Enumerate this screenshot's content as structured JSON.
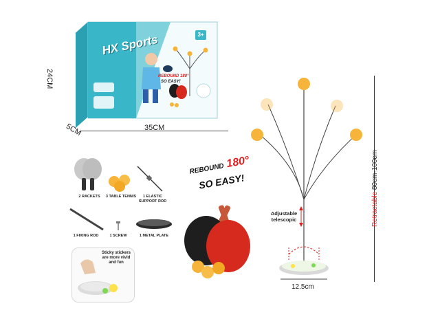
{
  "box": {
    "brand": "HX Sports",
    "age_badge": "3+",
    "rebound_small": "REBOUND 180°",
    "so_easy_small": "SO EASY!"
  },
  "dimensions": {
    "height": "24CM",
    "depth": "5CM",
    "width": "35CM",
    "base_diameter": "12.5cm"
  },
  "slogan": {
    "rebound": "REBOUND",
    "degrees": "180°",
    "so_easy": "SO EASY!"
  },
  "contents": [
    {
      "label": "2 RACKETS"
    },
    {
      "label": "3 TABLE TENNIS"
    },
    {
      "label": "1 ELASTIC SUPPORT ROD"
    },
    {
      "label": "1 FIXING ROD"
    },
    {
      "label": "1 SCREW"
    },
    {
      "label": "1 METAL PLATE"
    }
  ],
  "sticker_note": "Sticky stickers are more vivid and fun",
  "adjustable_note": "Adjustable telescopic",
  "retractable": {
    "word": "Retractable",
    "range": "80cm-100cm"
  },
  "colors": {
    "box_teal": "#39b6c8",
    "ball_orange": "#f6b53a",
    "racket_red": "#d62a1e",
    "racket_black": "#1e1e1e",
    "accent_red": "#e02020"
  }
}
